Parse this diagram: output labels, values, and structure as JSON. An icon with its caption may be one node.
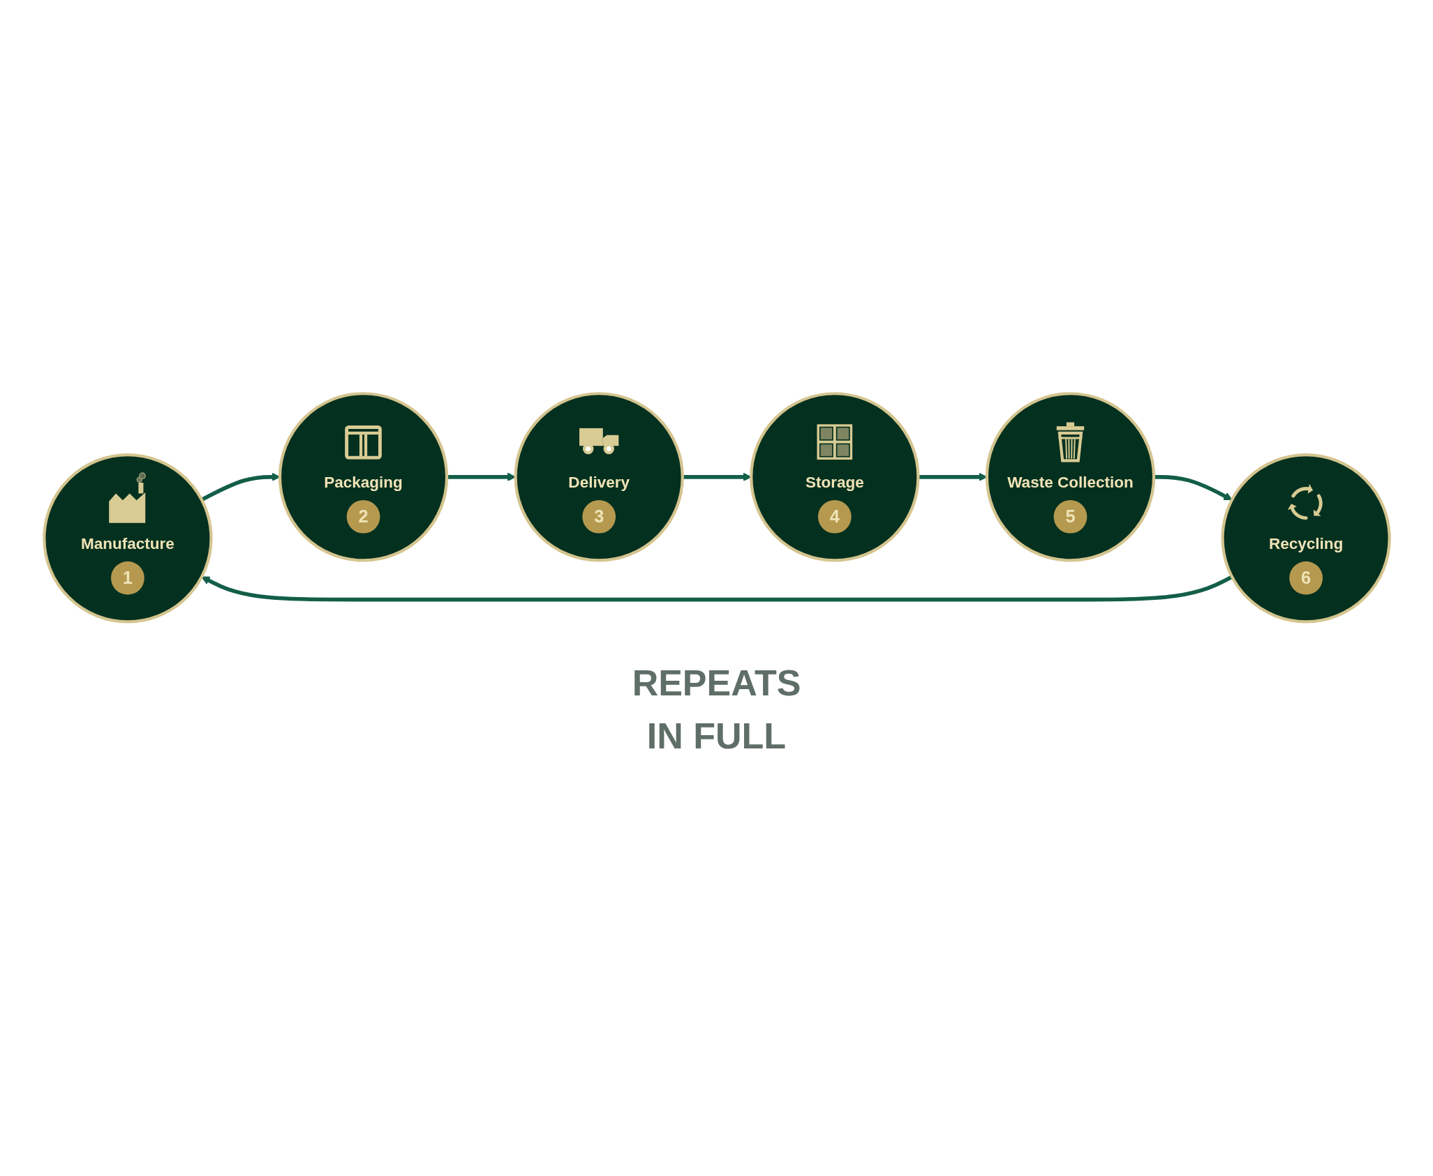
{
  "diagram": {
    "nodes": [
      {
        "text": [
          "Manufacture",
          "1"
        ]
      },
      {
        "text": [
          "Packaging",
          "2"
        ]
      },
      {
        "text": [
          "Delivery",
          "3"
        ]
      },
      {
        "text": [
          "Storage",
          "4"
        ]
      },
      {
        "text": [
          "Waste Collection",
          "5"
        ]
      },
      {
        "text": [
          "Recycling",
          "6"
        ]
      }
    ],
    "edges": [
      {
        "from": 0,
        "to": 1,
        "arrow": "to"
      },
      {
        "from": 1,
        "to": 2,
        "arrow": "to"
      },
      {
        "from": 2,
        "to": 3,
        "arrow": "to"
      },
      {
        "from": 3,
        "to": 4,
        "arrow": "to"
      },
      {
        "from": 4,
        "to": 5,
        "arrow": "to"
      },
      {
        "from": 5,
        "to": 0,
        "arrow": "to"
      }
    ],
    "labels": [
      "REPEATS IN FULL"
    ]
  }
}
